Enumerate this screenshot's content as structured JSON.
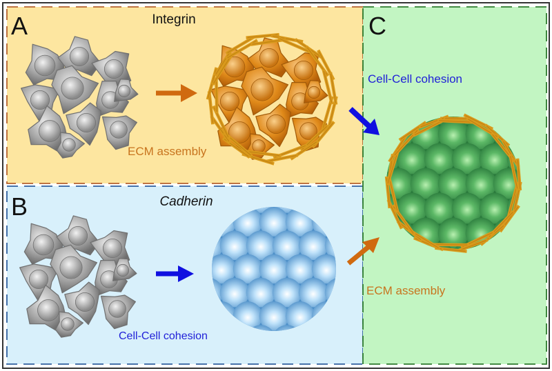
{
  "panels": {
    "a": {
      "letter": "A",
      "title": "Integrin",
      "step_label": "ECM assembly",
      "color": "#fde6a0",
      "border": "#b5622e",
      "label_color": "#c8741e"
    },
    "b": {
      "letter": "B",
      "title": "Cadherin",
      "step_label": "Cell-Cell cohesion",
      "color": "#d8f0fb",
      "border": "#2f5f9e",
      "label_color": "#1f1fd8"
    },
    "c": {
      "letter": "C",
      "from_a_label": "Cell-Cell cohesion",
      "from_b_label": "ECM assembly",
      "color": "#c2f5c2",
      "border": "#2d7a2d"
    }
  },
  "colors": {
    "gray_cells": "#9a9a9a",
    "orange_cells": "#e08a1a",
    "blue_tissue": "#6aaee0",
    "green_tissue": "#3f9e52",
    "ecm_fiber": "#d99a1c",
    "arrow_orange": "#d06a10",
    "arrow_blue": "#1010e0",
    "frame": "#333333"
  },
  "icons": [
    "gray-aggregate-icon",
    "orange-ecm-aggregate-icon",
    "blue-cohesive-tissue-icon",
    "green-ecm-tissue-icon"
  ]
}
